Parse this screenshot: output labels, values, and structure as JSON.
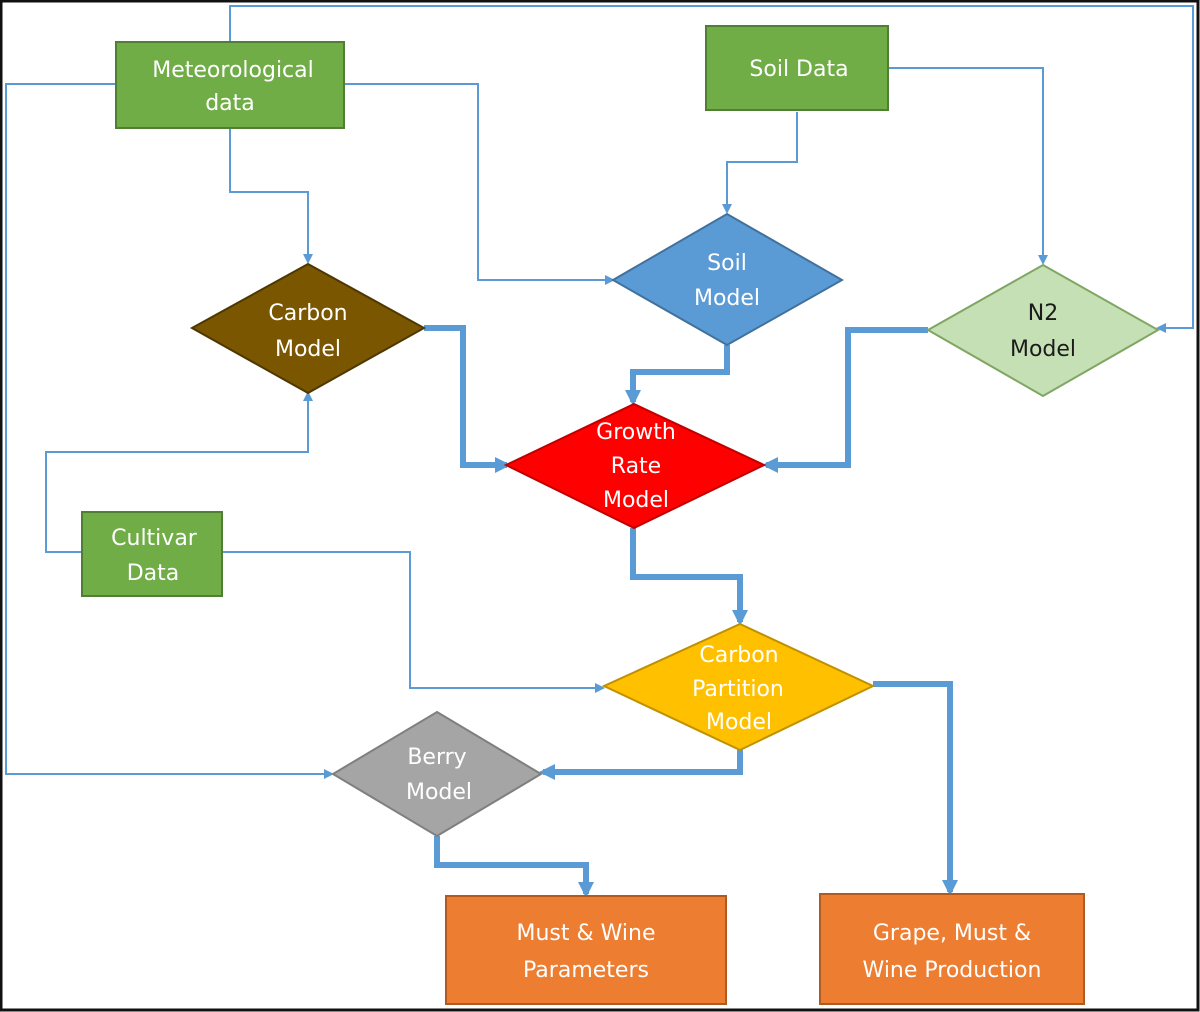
{
  "colors": {
    "data_box": "#70ad47",
    "output_box": "#ed7d31",
    "carbon_model": "#7a5601",
    "soil_model": "#5b9bd5",
    "n2_model": "#c5e0b4",
    "growth_model": "#ff0000",
    "partition_model": "#ffc000",
    "berry_model": "#a5a5a5",
    "connector": "#5b9bd5"
  },
  "nodes": {
    "meteorological": {
      "line1": "Meteorological",
      "line2": "data"
    },
    "soil_data": {
      "line1": "Soil Data"
    },
    "carbon_model": {
      "line1": "Carbon",
      "line2": "Model"
    },
    "soil_model": {
      "line1": "Soil",
      "line2": "Model"
    },
    "n2_model": {
      "line1": "N2",
      "line2": "Model"
    },
    "growth_rate": {
      "line1": "Growth",
      "line2": "Rate",
      "line3": "Model"
    },
    "cultivar": {
      "line1": "Cultivar",
      "line2": "Data"
    },
    "carbon_partition": {
      "line1": "Carbon",
      "line2": "Partition",
      "line3": "Model"
    },
    "berry_model": {
      "line1": "Berry",
      "line2": "Model"
    },
    "must_wine": {
      "line1": "Must &  Wine",
      "line2": "Parameters"
    },
    "grape_production": {
      "line1": "Grape, Must &",
      "line2": "Wine Production"
    }
  }
}
